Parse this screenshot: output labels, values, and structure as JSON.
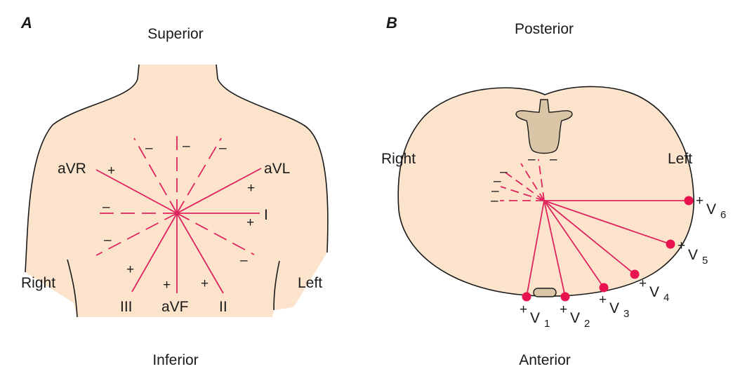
{
  "panel_a": {
    "letter": "A",
    "superior": "Superior",
    "inferior": "Inferior",
    "right": "Right",
    "left": "Left",
    "leads": {
      "aVR": "aVR",
      "aVL": "aVL",
      "I": "I",
      "II": "II",
      "III": "III",
      "aVF": "aVF"
    },
    "plus": "+",
    "minus": "–"
  },
  "panel_b": {
    "letter": "B",
    "posterior": "Posterior",
    "anterior": "Anterior",
    "right": "Right",
    "left": "Left",
    "plus": "+",
    "minus": "–",
    "v_letter": "V",
    "precordial": [
      {
        "num": "1"
      },
      {
        "num": "2"
      },
      {
        "num": "3"
      },
      {
        "num": "4"
      },
      {
        "num": "5"
      },
      {
        "num": "6"
      }
    ]
  },
  "colors": {
    "skin": "#fbe3cc",
    "axis": "#e0245e",
    "electrode": "#e8124f",
    "bone": "#dac5a6"
  }
}
